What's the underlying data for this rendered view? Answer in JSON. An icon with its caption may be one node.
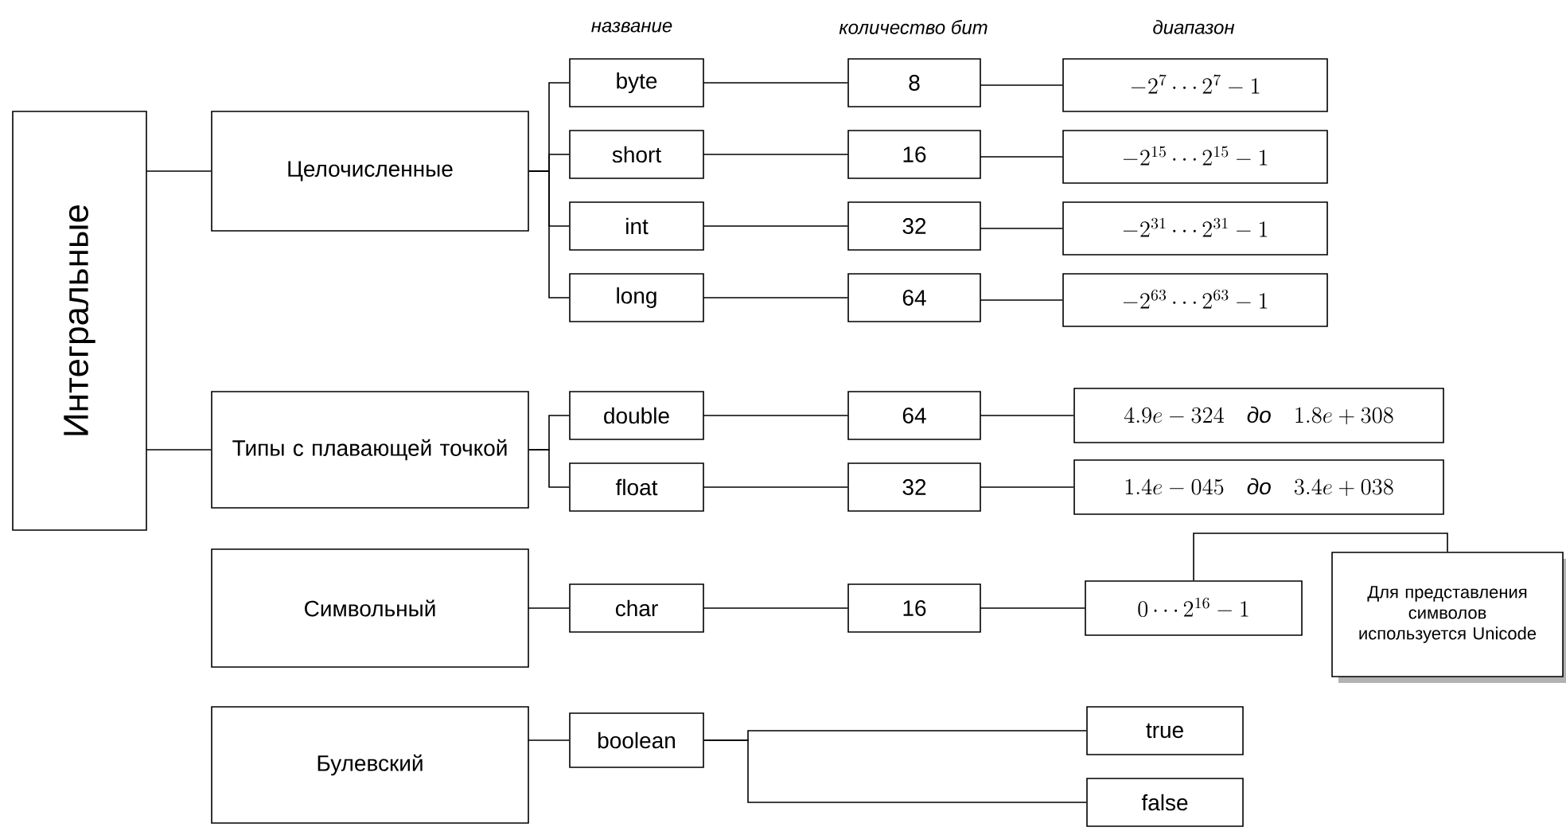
{
  "diagram": {
    "nodes": [
      {
        "text": [
          "Интегральные"
        ]
      },
      {
        "text": [
          "Целочисленные"
        ]
      },
      {
        "text": [
          "Типы с плавающей точкой"
        ]
      },
      {
        "text": [
          "Символьный"
        ]
      },
      {
        "text": [
          "Булевский"
        ]
      },
      {
        "text": [
          "byte"
        ]
      },
      {
        "text": [
          "short"
        ]
      },
      {
        "text": [
          "int"
        ]
      },
      {
        "text": [
          "long"
        ]
      },
      {
        "text": [
          "double"
        ]
      },
      {
        "text": [
          "float"
        ]
      },
      {
        "text": [
          "char"
        ]
      },
      {
        "text": [
          "boolean"
        ]
      },
      {
        "text": [
          "8"
        ]
      },
      {
        "text": [
          "16"
        ]
      },
      {
        "text": [
          "32"
        ]
      },
      {
        "text": [
          "64"
        ]
      },
      {
        "text": [
          "64"
        ]
      },
      {
        "text": [
          "32"
        ]
      },
      {
        "text": [
          "16"
        ]
      },
      {
        "text": [
          "-2^{7}\\cdots 2^{7}-1"
        ]
      },
      {
        "text": [
          "-2^{15}\\cdots 2^{15}-1"
        ]
      },
      {
        "text": [
          "-2^{31}\\cdots 2^{31}-1"
        ]
      },
      {
        "text": [
          "-2^{63}\\cdots 2^{63}-1"
        ]
      },
      {
        "text": [
          "4.9e-324\\quad \\text{\\textit{до}}\\quad 1.8e+308"
        ]
      },
      {
        "text": [
          "1.4e-045\\quad \\text{\\textit{до}}\\quad 3.4e+038"
        ]
      },
      {
        "text": [
          "0\\cdots 2^{16}-1"
        ]
      },
      {
        "text": [
          "Для представления символов используется Unicode"
        ]
      },
      {
        "text": [
          "true"
        ]
      },
      {
        "text": [
          "false"
        ]
      }
    ],
    "edges": [
      {
        "from": 0,
        "to": 1,
        "arrow": "none"
      },
      {
        "from": 0,
        "to": 2,
        "arrow": "none"
      },
      {
        "from": 1,
        "to": 5,
        "arrow": "none"
      },
      {
        "from": 1,
        "to": 6,
        "arrow": "none"
      },
      {
        "from": 1,
        "to": 7,
        "arrow": "none"
      },
      {
        "from": 1,
        "to": 8,
        "arrow": "none"
      },
      {
        "from": 5,
        "to": 13,
        "arrow": "none"
      },
      {
        "from": 6,
        "to": 14,
        "arrow": "none"
      },
      {
        "from": 7,
        "to": 15,
        "arrow": "none"
      },
      {
        "from": 8,
        "to": 16,
        "arrow": "none"
      },
      {
        "from": 13,
        "to": 20,
        "arrow": "none"
      },
      {
        "from": 14,
        "to": 21,
        "arrow": "none"
      },
      {
        "from": 15,
        "to": 22,
        "arrow": "none"
      },
      {
        "from": 16,
        "to": 23,
        "arrow": "none"
      },
      {
        "from": 2,
        "to": 9,
        "arrow": "none"
      },
      {
        "from": 2,
        "to": 10,
        "arrow": "none"
      },
      {
        "from": 9,
        "to": 17,
        "arrow": "none"
      },
      {
        "from": 10,
        "to": 18,
        "arrow": "none"
      },
      {
        "from": 17,
        "to": 24,
        "arrow": "none"
      },
      {
        "from": 18,
        "to": 25,
        "arrow": "none"
      },
      {
        "from": 3,
        "to": 11,
        "arrow": "none"
      },
      {
        "from": 11,
        "to": 19,
        "arrow": "none"
      },
      {
        "from": 19,
        "to": 26,
        "arrow": "none"
      },
      {
        "from": 26,
        "to": 27,
        "arrow": "none"
      },
      {
        "from": 4,
        "to": 12,
        "arrow": "none"
      },
      {
        "from": 12,
        "to": 28,
        "arrow": "none"
      },
      {
        "from": 12,
        "to": 29,
        "arrow": "none"
      }
    ],
    "labels": [
      "название",
      "количество бит",
      "диапазон"
    ]
  }
}
